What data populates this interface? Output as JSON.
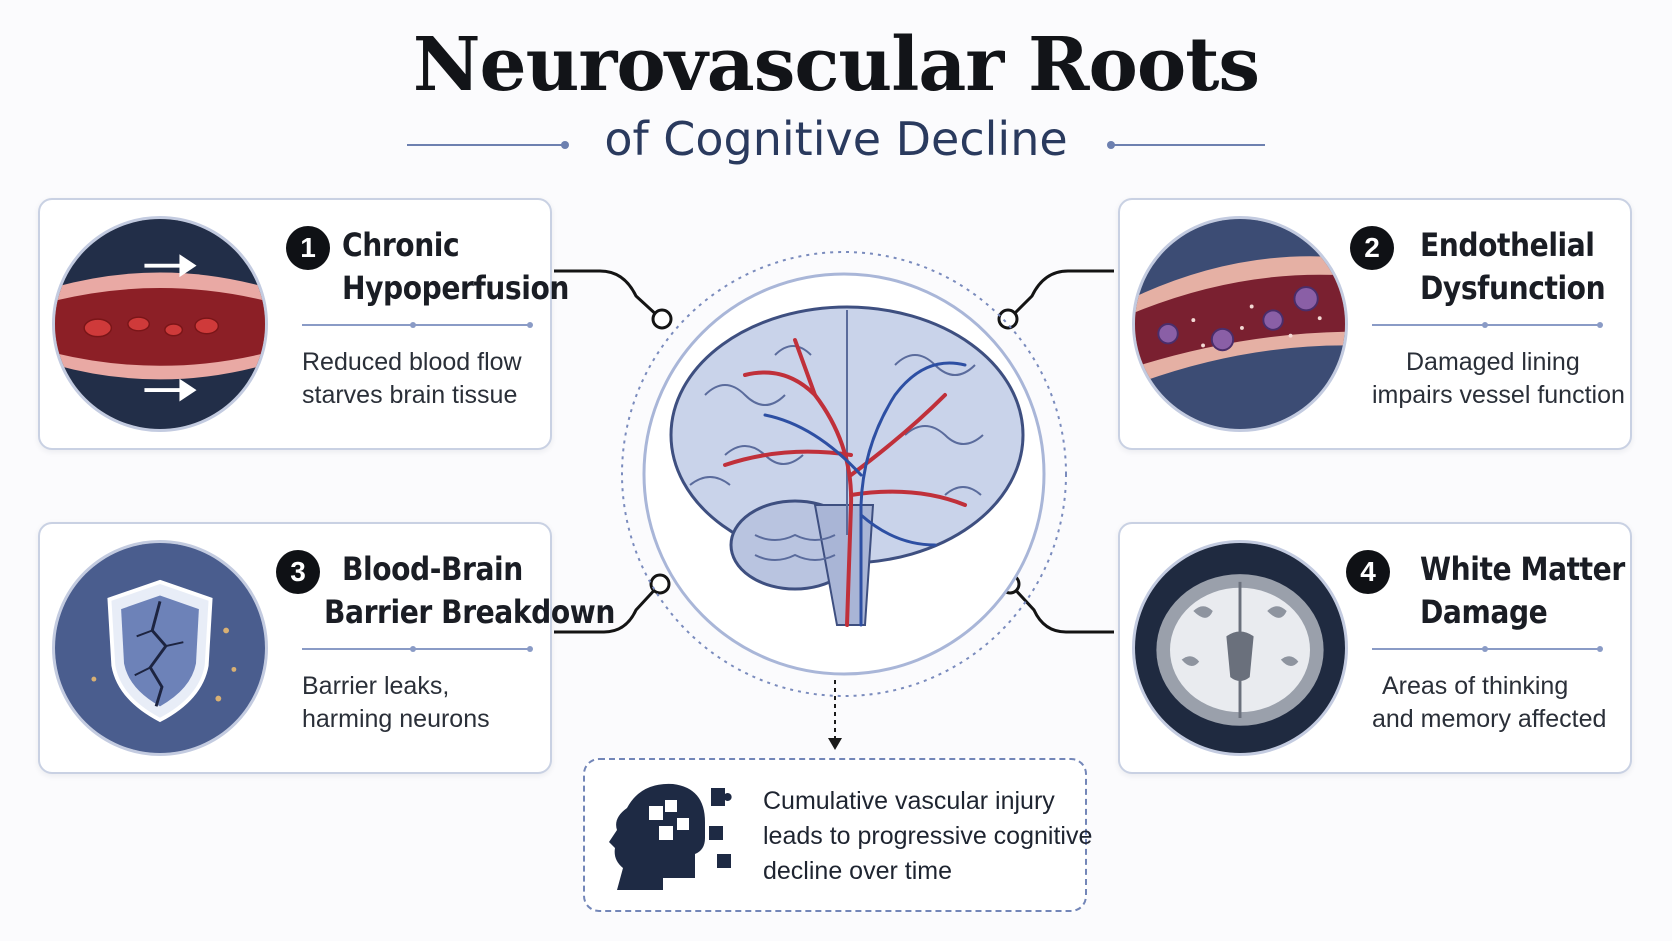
{
  "header": {
    "title": "Neurovascular Roots",
    "subtitle": "of Cognitive Decline"
  },
  "cards": [
    {
      "number": "1",
      "title_line1": "Chronic",
      "title_line2": "Hypoperfusion",
      "desc_line1": "Reduced blood flow",
      "desc_line2": "starves brain tissue"
    },
    {
      "number": "2",
      "title_line1": "Endothelial",
      "title_line2": "Dysfunction",
      "desc_line1": "Damaged lining",
      "desc_line2": "impairs vessel function"
    },
    {
      "number": "3",
      "title_line1": "Blood-Brain",
      "title_line2": "Barrier Breakdown",
      "desc_line1": "Barrier leaks,",
      "desc_line2": "harming neurons"
    },
    {
      "number": "4",
      "title_line1": "White Matter",
      "title_line2": "Damage",
      "desc_line1": "Areas of thinking",
      "desc_line2": "and memory affected"
    }
  ],
  "summary": {
    "line1": "Cumulative vascular injury",
    "line2": "leads to progressive cognitive",
    "line3": "decline over time"
  },
  "colors": {
    "navy": "#2a3a5e",
    "accent": "#6d80b0",
    "artery": "#c0303a",
    "vein": "#2d4fa3",
    "brain": "#c9d3ea"
  }
}
